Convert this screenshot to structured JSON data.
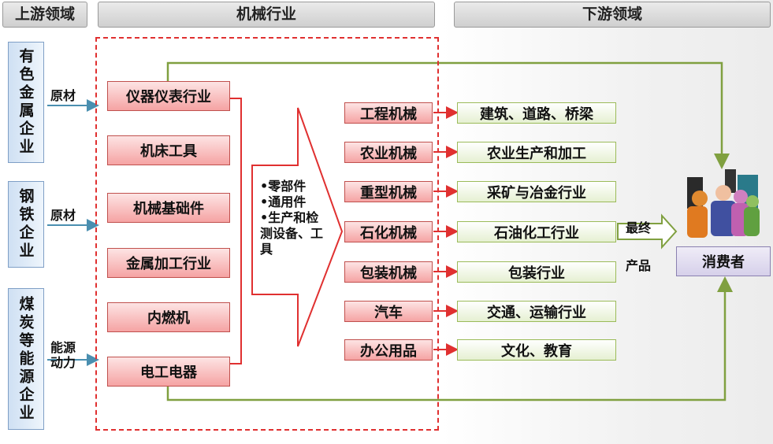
{
  "headers": {
    "upstream": "上游领域",
    "machinery": "机械行业",
    "downstream": "下游领域"
  },
  "upstream": [
    {
      "label": "有色金属企业",
      "flow": "原材"
    },
    {
      "label": "钢铁企业",
      "flow": "原材"
    },
    {
      "label": "煤炭等能源企业",
      "flow": "能源\n动力"
    }
  ],
  "machinery_sub": [
    "仪器仪表行业",
    "机床工具",
    "机械基础件",
    "金属加工行业",
    "内燃机",
    "电工电器"
  ],
  "components_text": "•零部件\n•通用件\n•生产和检测设备、工具",
  "machinery_types": [
    "工程机械",
    "农业机械",
    "重型机械",
    "石化机械",
    "包装机械",
    "汽车",
    "办公用品"
  ],
  "downstream": [
    "建筑、道路、桥梁",
    "农业生产和加工",
    "采矿与冶金行业",
    "石油化工行业",
    "包装行业",
    "交通、运输行业",
    "文化、教育"
  ],
  "final_product": "最终\n产品",
  "consumer": "消费者",
  "colors": {
    "red_border": "#c0504d",
    "red_line": "#e03030",
    "green": "#80a040",
    "blue": "#4a8fb0"
  }
}
